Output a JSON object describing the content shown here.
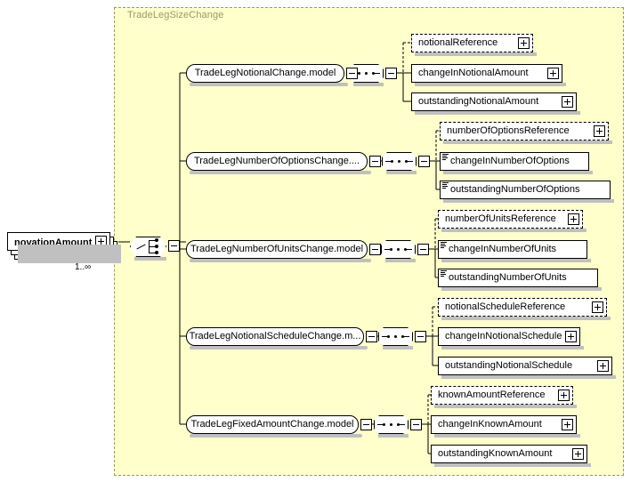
{
  "diagram": {
    "kind": "xsd-schema-diagram",
    "type": "diagram",
    "container_title": "TradeLegSizeChange",
    "root": {
      "name": "novationAmount",
      "occurs": "1..∞",
      "repeating": true,
      "icon": "element-box-icon"
    },
    "compositor": {
      "name": "choice-compositor",
      "icon": "choice-icon",
      "expander": "minus"
    },
    "branches": [
      {
        "group": {
          "label": "TradeLegNotionalChange.model",
          "icon": "model-group-icon",
          "expander": "minus"
        },
        "sequence": {
          "icon": "sequence-icon",
          "expander": "minus"
        },
        "elements": [
          {
            "label": "notionalReference",
            "optional": true,
            "expander": "plus",
            "simple": false
          },
          {
            "label": "changeInNotionalAmount",
            "optional": false,
            "expander": "plus",
            "simple": false
          },
          {
            "label": "outstandingNotionalAmount",
            "optional": false,
            "expander": "plus",
            "simple": false
          }
        ]
      },
      {
        "group": {
          "label": "TradeLegNumberOfOptionsChange....",
          "icon": "model-group-icon",
          "expander": "minus"
        },
        "sequence": {
          "icon": "sequence-icon",
          "expander": "minus"
        },
        "elements": [
          {
            "label": "numberOfOptionsReference",
            "optional": true,
            "expander": "plus",
            "simple": false
          },
          {
            "label": "changeInNumberOfOptions",
            "optional": false,
            "expander": "none",
            "simple": true
          },
          {
            "label": "outstandingNumberOfOptions",
            "optional": false,
            "expander": "none",
            "simple": true
          }
        ]
      },
      {
        "group": {
          "label": "TradeLegNumberOfUnitsChange.model",
          "icon": "model-group-icon",
          "expander": "minus"
        },
        "sequence": {
          "icon": "sequence-icon",
          "expander": "minus"
        },
        "elements": [
          {
            "label": "numberOfUnitsReference",
            "optional": true,
            "expander": "plus",
            "simple": false
          },
          {
            "label": "changeInNumberOfUnits",
            "optional": false,
            "expander": "none",
            "simple": true
          },
          {
            "label": "outstandingNumberOfUnits",
            "optional": false,
            "expander": "none",
            "simple": true
          }
        ]
      },
      {
        "group": {
          "label": "TradeLegNotionalScheduleChange.m...",
          "icon": "model-group-icon",
          "expander": "minus"
        },
        "sequence": {
          "icon": "sequence-icon",
          "expander": "minus"
        },
        "elements": [
          {
            "label": "notionalScheduleReference",
            "optional": true,
            "expander": "plus",
            "simple": false
          },
          {
            "label": "changeInNotionalSchedule",
            "optional": false,
            "expander": "plus",
            "simple": false
          },
          {
            "label": "outstandingNotionalSchedule",
            "optional": false,
            "expander": "plus",
            "simple": false
          }
        ]
      },
      {
        "group": {
          "label": "TradeLegFixedAmountChange.model",
          "icon": "model-group-icon",
          "expander": "minus"
        },
        "sequence": {
          "icon": "sequence-icon",
          "expander": "minus"
        },
        "elements": [
          {
            "label": "knownAmountReference",
            "optional": true,
            "expander": "plus",
            "simple": false
          },
          {
            "label": "changeInKnownAmount",
            "optional": false,
            "expander": "plus",
            "simple": false
          },
          {
            "label": "outstandingKnownAmount",
            "optional": false,
            "expander": "plus",
            "simple": false
          }
        ]
      }
    ],
    "colors": {
      "container_fill": "#ffffcc",
      "container_border": "#999966",
      "title_text": "#999966",
      "box_fill": "#ffffff",
      "line": "#000000",
      "shadow": "#c0c0c0",
      "page_bg": "#ffffff"
    }
  }
}
